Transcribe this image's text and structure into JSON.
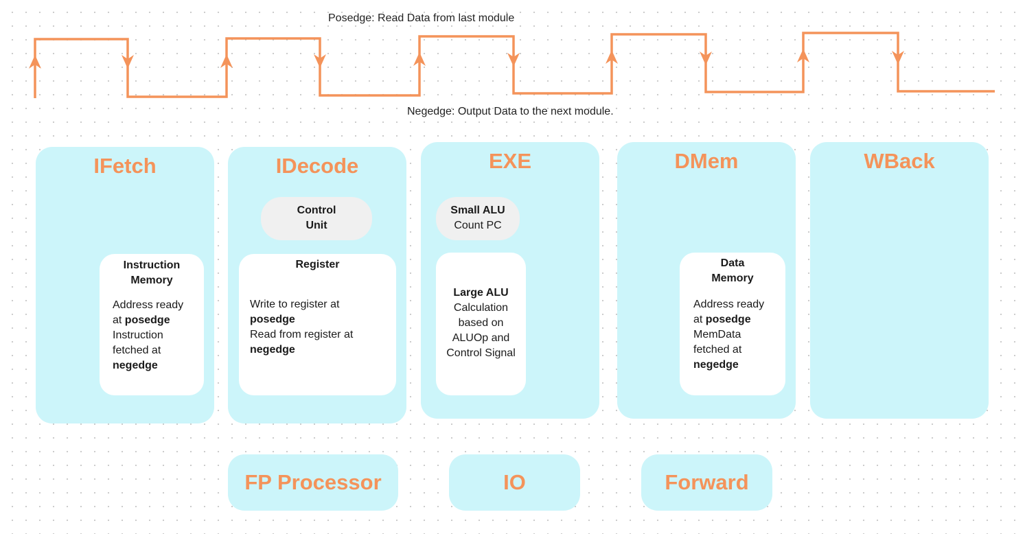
{
  "clock": {
    "posedge_label": "Posedge: Read Data from last module",
    "negedge_label": "Negedge: Output Data to the next module.",
    "color": "#f4935a"
  },
  "colors": {
    "stage_fill": "#ccf5fa",
    "title_accent": "#f4935a",
    "card_fill": "#ffffff",
    "pill_fill": "#f0f0f0"
  },
  "stages": {
    "ifetch": {
      "title": "IFetch",
      "instruction_memory": {
        "title_line1": "Instruction",
        "title_line2": "Memory",
        "line1": "Address ready",
        "line2_prefix": "at ",
        "line2_bold": "posedge",
        "line3": "Instruction",
        "line4": "fetched at",
        "line5_bold": "negedge"
      }
    },
    "idecode": {
      "title": "IDecode",
      "control_unit": {
        "line1": "Control",
        "line2": "Unit"
      },
      "register": {
        "title": "Register",
        "line1": "Write to register at",
        "line2_bold": "posedge",
        "line3": "Read from register at",
        "line4_bold": "negedge"
      }
    },
    "exe": {
      "title": "EXE",
      "small_alu": {
        "title": "Small ALU",
        "line1": "Count PC"
      },
      "large_alu": {
        "title": "Large ALU",
        "line1": "Calculation",
        "line2": "based on",
        "line3": "ALUOp and",
        "line4": "Control Signal"
      }
    },
    "dmem": {
      "title": "DMem",
      "data_memory": {
        "title_line1": "Data",
        "title_line2": "Memory",
        "line1": "Address ready",
        "line2_prefix": "at ",
        "line2_bold": "posedge",
        "line3": "MemData",
        "line4": "fetched at",
        "line5_bold": "negedge"
      }
    },
    "wback": {
      "title": "WBack"
    }
  },
  "extras": {
    "fp_processor": "FP Processor",
    "io": "IO",
    "forward": "Forward"
  }
}
